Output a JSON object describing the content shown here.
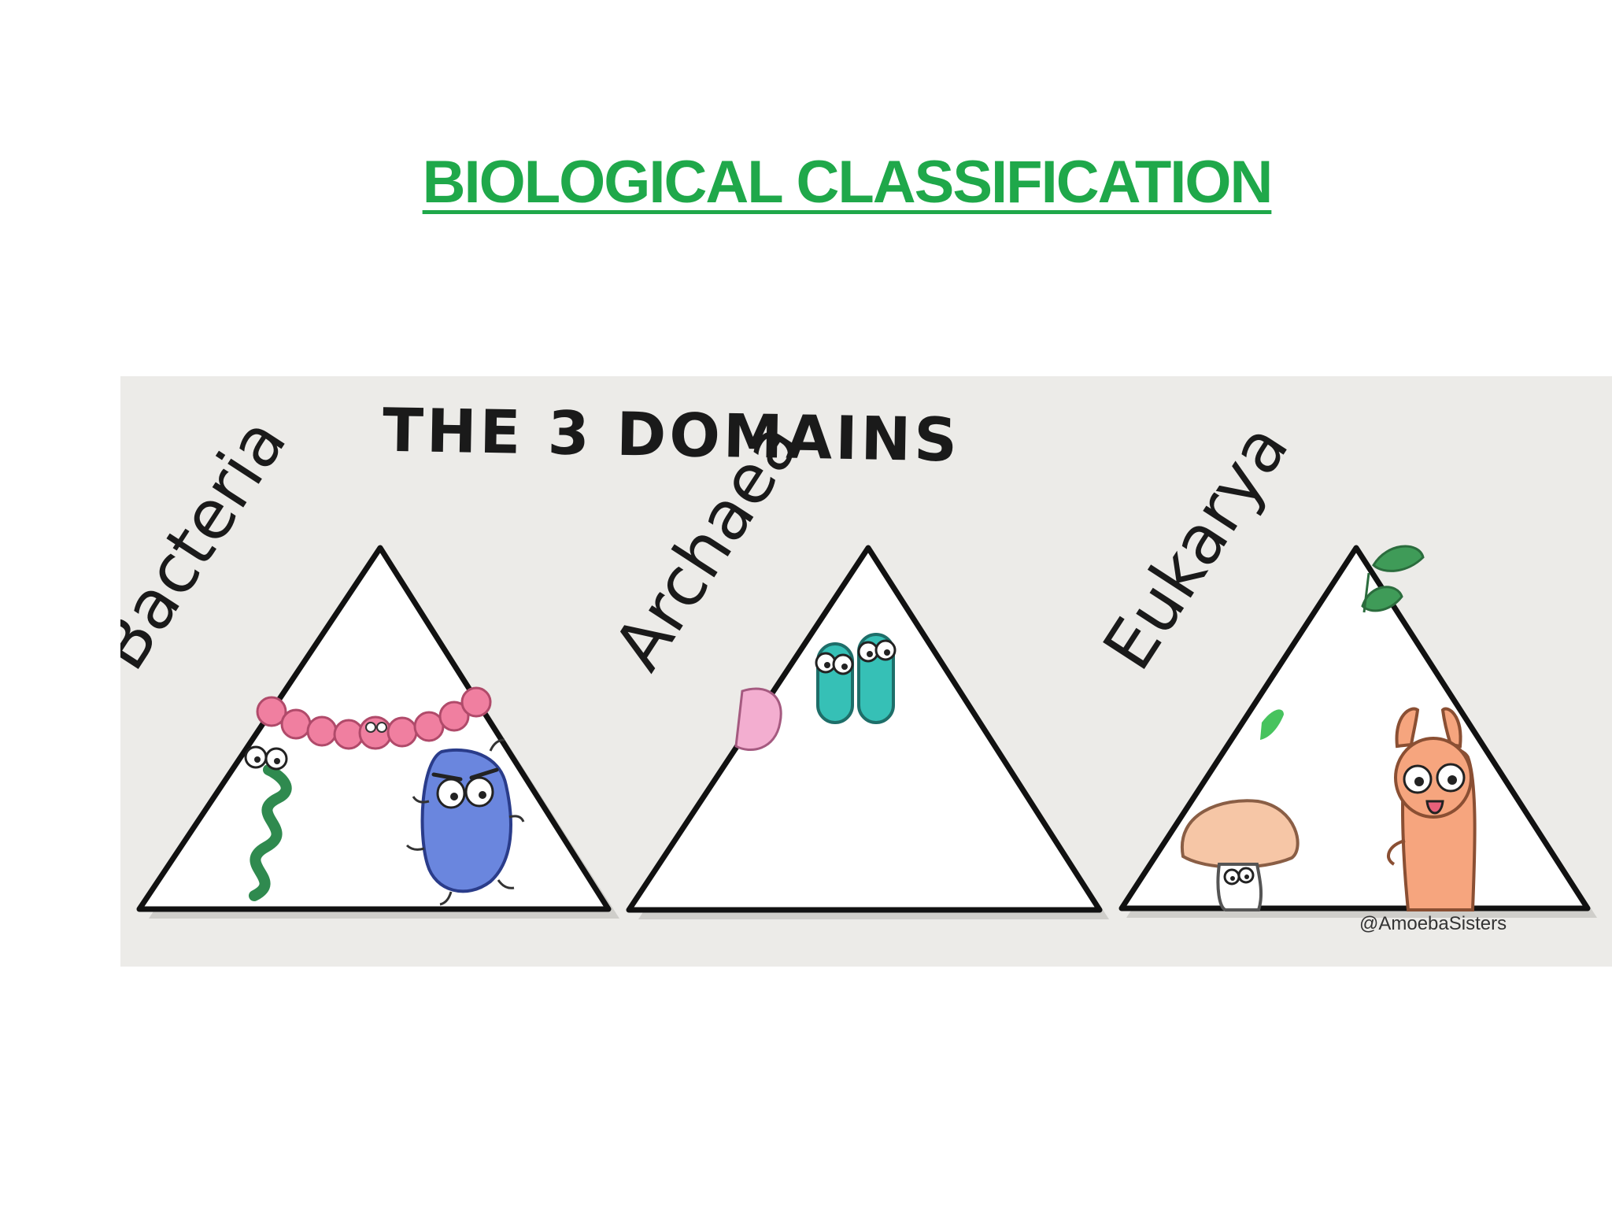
{
  "slide": {
    "title": "BIOLOGICAL CLASSIFICATION",
    "title_color": "#1fa84a"
  },
  "illustration": {
    "heading": "THE 3 DOMAINS",
    "background": "#ecebe8",
    "domains": [
      {
        "label": "Bacteria"
      },
      {
        "label": "Archaea"
      },
      {
        "label": "Eukarya"
      }
    ],
    "credit": "@AmoebaSisters"
  }
}
